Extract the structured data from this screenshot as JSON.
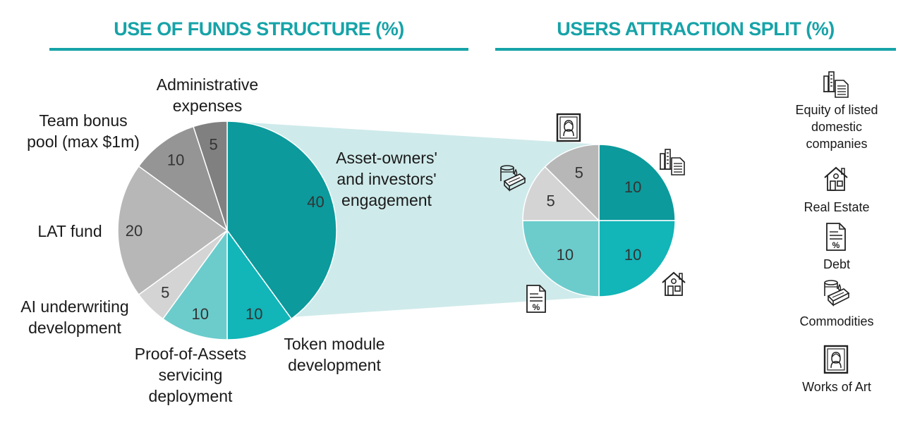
{
  "titles": {
    "left": "USE OF FUNDS STRUCTURE (%)",
    "right": "USERS ATTRACTION SPLIT (%)"
  },
  "colors": {
    "accent": "#16a3a8",
    "connector": "#cfeaea"
  },
  "chart_data": [
    {
      "type": "pie",
      "title": "USE OF FUNDS STRUCTURE (%)",
      "slices": [
        {
          "label": "Asset-owners' and investors' engagement",
          "value": 40,
          "color": "#0c9a9c"
        },
        {
          "label": "Token module development",
          "value": 10,
          "color": "#12b5b8"
        },
        {
          "label": "Proof-of-Assets servicing deployment",
          "value": 10,
          "color": "#6ccccc"
        },
        {
          "label": "AI underwriting development",
          "value": 5,
          "color": "#d4d4d4"
        },
        {
          "label": "LAT fund",
          "value": 20,
          "color": "#b7b7b7"
        },
        {
          "label": "Team bonus pool (max $1m)",
          "value": 10,
          "color": "#959595"
        },
        {
          "label": "Administrative expenses",
          "value": 5,
          "color": "#808080"
        }
      ]
    },
    {
      "type": "pie",
      "title": "USERS ATTRACTION SPLIT (%)",
      "slices": [
        {
          "label": "Equity of listed domestic companies",
          "value": 10,
          "color": "#0c9a9c"
        },
        {
          "label": "Real Estate",
          "value": 10,
          "color": "#12b5b8"
        },
        {
          "label": "Debt",
          "value": 10,
          "color": "#6ccccc"
        },
        {
          "label": "Commodities",
          "value": 5,
          "color": "#d4d4d4"
        },
        {
          "label": "Works of Art",
          "value": 5,
          "color": "#b7b7b7"
        }
      ]
    }
  ],
  "pie_labels": {
    "assets": [
      "Asset-owners'",
      "and investors'",
      "engagement"
    ],
    "token": [
      "Token module",
      "development"
    ],
    "proof": [
      "Proof-of-Assets",
      "servicing",
      "deployment"
    ],
    "ai": [
      "AI underwriting",
      "development"
    ],
    "lat": [
      "LAT fund"
    ],
    "team": [
      "Team bonus",
      "pool (max $1m)"
    ],
    "admin": [
      "Administrative",
      "expenses"
    ]
  },
  "legend": [
    {
      "icon": "building-document-icon",
      "lines": [
        "Equity of listed",
        "domestic",
        "companies"
      ]
    },
    {
      "icon": "house-icon",
      "lines": [
        "Real Estate"
      ]
    },
    {
      "icon": "percent-document-icon",
      "lines": [
        "Debt"
      ]
    },
    {
      "icon": "commodities-icon",
      "lines": [
        "Commodities"
      ]
    },
    {
      "icon": "framed-portrait-icon",
      "lines": [
        "Works of Art"
      ]
    }
  ]
}
